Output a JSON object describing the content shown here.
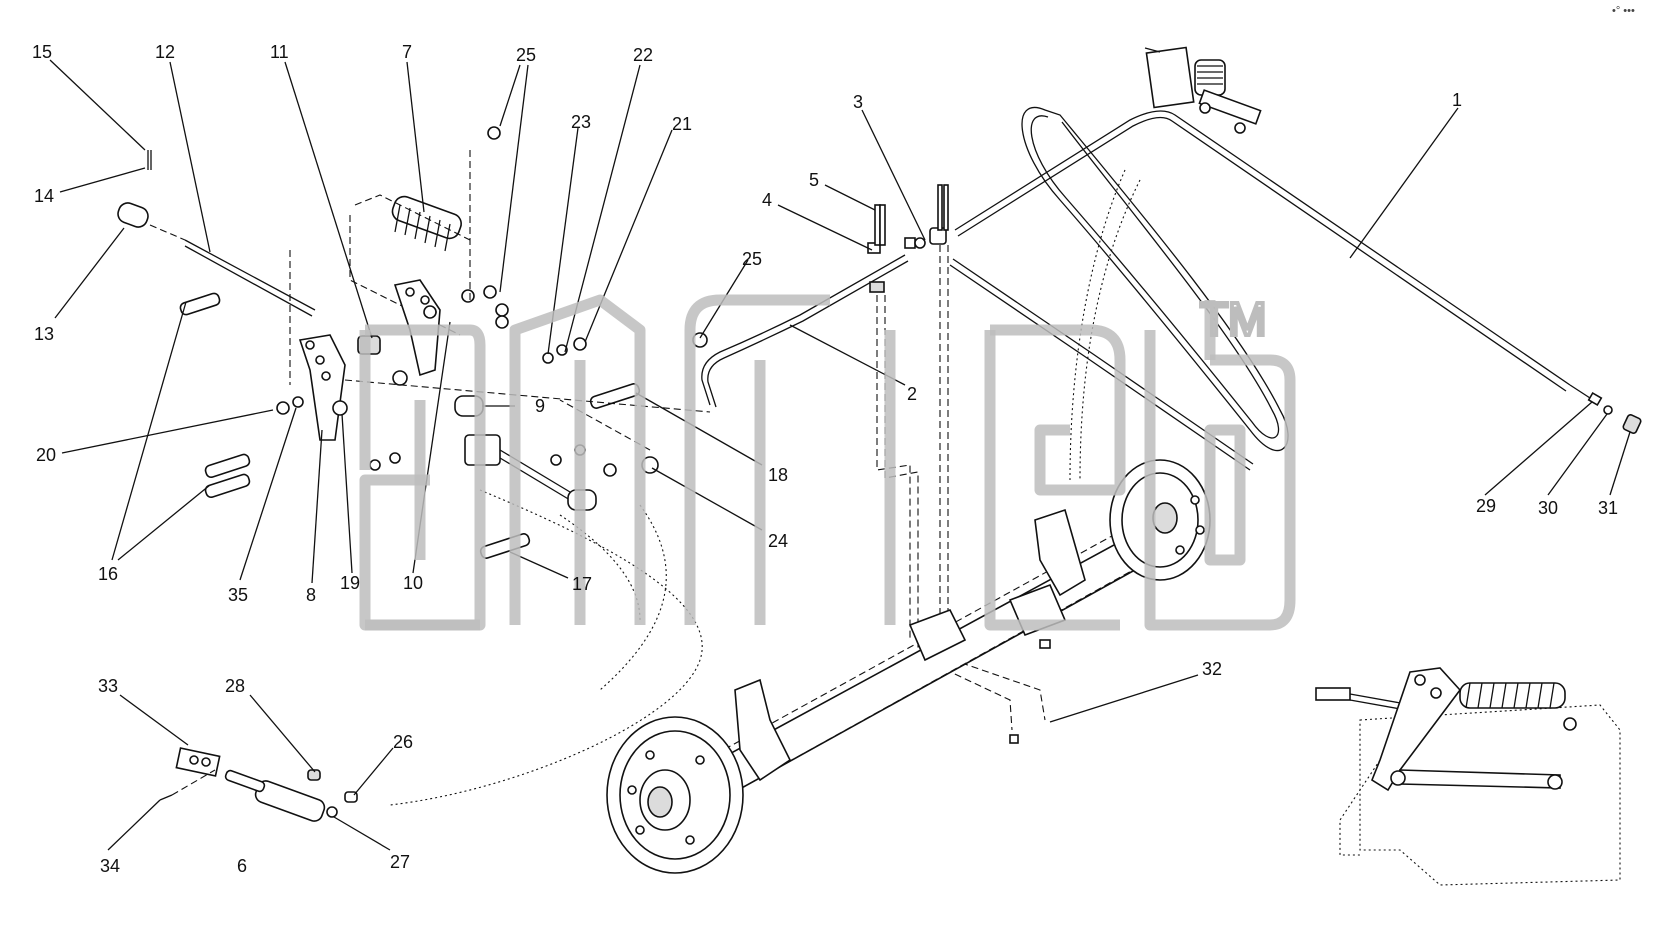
{
  "corner_mark": "•° •••",
  "watermark": {
    "text": "TM"
  },
  "callouts": [
    {
      "id": "c1",
      "text": "1"
    },
    {
      "id": "c2",
      "text": "2"
    },
    {
      "id": "c3",
      "text": "3"
    },
    {
      "id": "c4",
      "text": "4"
    },
    {
      "id": "c5",
      "text": "5"
    },
    {
      "id": "c6",
      "text": "6"
    },
    {
      "id": "c7",
      "text": "7"
    },
    {
      "id": "c8",
      "text": "8"
    },
    {
      "id": "c9",
      "text": "9"
    },
    {
      "id": "c10",
      "text": "10"
    },
    {
      "id": "c11",
      "text": "11"
    },
    {
      "id": "c12",
      "text": "12"
    },
    {
      "id": "c13",
      "text": "13"
    },
    {
      "id": "c14",
      "text": "14"
    },
    {
      "id": "c15",
      "text": "15"
    },
    {
      "id": "c16",
      "text": "16"
    },
    {
      "id": "c17",
      "text": "17"
    },
    {
      "id": "c18",
      "text": "18"
    },
    {
      "id": "c19",
      "text": "19"
    },
    {
      "id": "c20",
      "text": "20"
    },
    {
      "id": "c21",
      "text": "21"
    },
    {
      "id": "c22",
      "text": "22"
    },
    {
      "id": "c23",
      "text": "23"
    },
    {
      "id": "c24",
      "text": "24"
    },
    {
      "id": "c25a",
      "text": "25"
    },
    {
      "id": "c25b",
      "text": "25"
    },
    {
      "id": "c26",
      "text": "26"
    },
    {
      "id": "c27",
      "text": "27"
    },
    {
      "id": "c28",
      "text": "28"
    },
    {
      "id": "c29",
      "text": "29"
    },
    {
      "id": "c30",
      "text": "30"
    },
    {
      "id": "c31",
      "text": "31"
    },
    {
      "id": "c32",
      "text": "32"
    },
    {
      "id": "c33",
      "text": "33"
    },
    {
      "id": "c34",
      "text": "34"
    },
    {
      "id": "c35",
      "text": "35"
    }
  ]
}
